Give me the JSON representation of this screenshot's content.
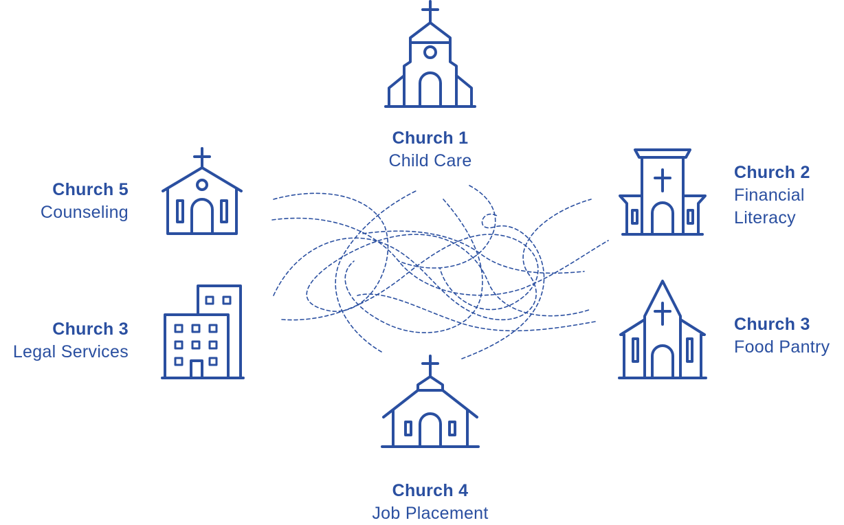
{
  "theme": {
    "stroke": "#2a4fa0",
    "text": "#2a4fa0"
  },
  "nodes": [
    {
      "name": "Church 1",
      "service": [
        "Child Care"
      ],
      "icon": "church-steeple-icon"
    },
    {
      "name": "Church 2",
      "service": [
        "Financial",
        "Literacy"
      ],
      "icon": "church-tower-icon"
    },
    {
      "name": "Church 3",
      "service": [
        "Food Pantry"
      ],
      "icon": "church-gable-icon"
    },
    {
      "name": "Church 4",
      "service": [
        "Job Placement"
      ],
      "icon": "chapel-icon"
    },
    {
      "name": "Church 3",
      "service": [
        "Legal Services"
      ],
      "icon": "office-building-icon"
    },
    {
      "name": "Church 5",
      "service": [
        "Counseling"
      ],
      "icon": "small-church-icon"
    }
  ]
}
